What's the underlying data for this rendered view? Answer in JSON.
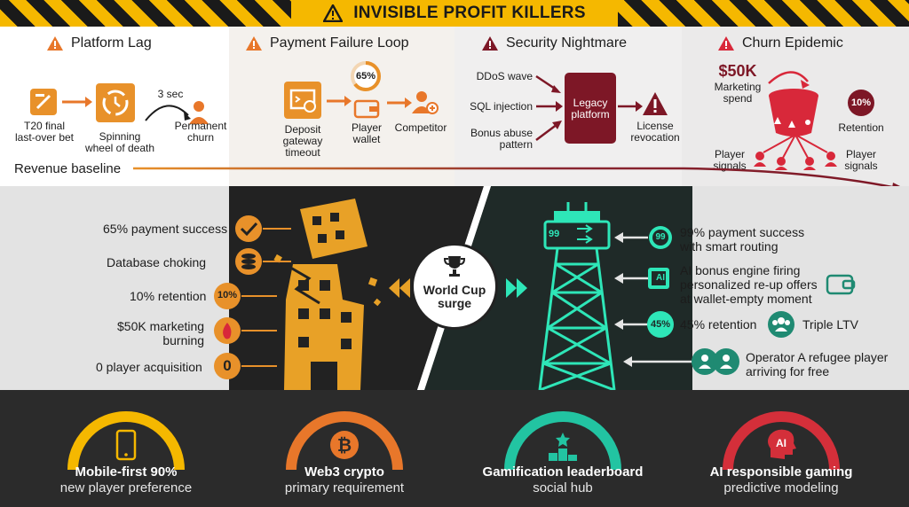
{
  "banner": {
    "title": "INVISIBLE PROFIT KILLERS"
  },
  "panels": {
    "platform_lag": {
      "title": "Platform Lag",
      "bet_label": "T20 final\nlast-over bet",
      "wheel_label": "Spinning\nwheel of death",
      "delay_label": "3 sec",
      "churn_label": "Permanent\nchurn"
    },
    "payment_failure": {
      "title": "Payment Failure Loop",
      "gateway_label": "Deposit\ngateway\ntimeout",
      "wallet_label": "Player\nwallet",
      "percent": "65%",
      "competitor_label": "Competitor"
    },
    "security": {
      "title": "Security Nightmare",
      "threats": [
        "DDoS wave",
        "SQL injection",
        "Bonus abuse\npattern"
      ],
      "legacy_label": "Legacy\nplatform",
      "license_label": "License\nrevocation"
    },
    "churn": {
      "title": "Churn Epidemic",
      "spend_value": "$50K",
      "spend_label": "Marketing\nspend",
      "retention_value": "10%",
      "retention_label": "Retention",
      "signals_left": "Player\nsignals",
      "signals_right": "Player\nsignals"
    }
  },
  "revenue": {
    "label": "Revenue baseline"
  },
  "left_metrics": [
    {
      "label": "65% payment success",
      "badge": "✓"
    },
    {
      "label": "Database choking",
      "badge": "≡"
    },
    {
      "label": "10% retention",
      "badge": "10%"
    },
    {
      "label": "$50K marketing\nburning",
      "badge": "🔥"
    },
    {
      "label": "0 player acquisition",
      "badge": "0"
    }
  ],
  "center": {
    "label": "World Cup\nsurge"
  },
  "tower": {
    "display": "99"
  },
  "right_metrics": [
    {
      "label": "99% payment success\nwith smart routing",
      "badge": "99"
    },
    {
      "label": "AI bonus engine firing\npersonalized re-up offers\nat wallet-empty moment",
      "badge": "AI"
    },
    {
      "label": "45% retention",
      "badge": "45%"
    },
    {
      "label": "Triple LTV"
    },
    {
      "label": "Operator A refugee player\narriving for free"
    }
  ],
  "bottom_cards": [
    {
      "title": "Mobile-first 90%",
      "sub": "new player preference",
      "color": "#f5b800"
    },
    {
      "title": "Web3 crypto",
      "sub": "primary requirement",
      "color": "#e8772a"
    },
    {
      "title": "Gamification leaderboard",
      "sub": "social hub",
      "color": "#22c4a2"
    },
    {
      "title": "AI responsible gaming",
      "sub": "predictive modeling",
      "color": "#d42f3a"
    }
  ],
  "colors": {
    "orange": "#e8912a",
    "maroon": "#7d1726",
    "red": "#d8283a",
    "teal": "#2ee6b8",
    "yellow": "#f5b800"
  }
}
